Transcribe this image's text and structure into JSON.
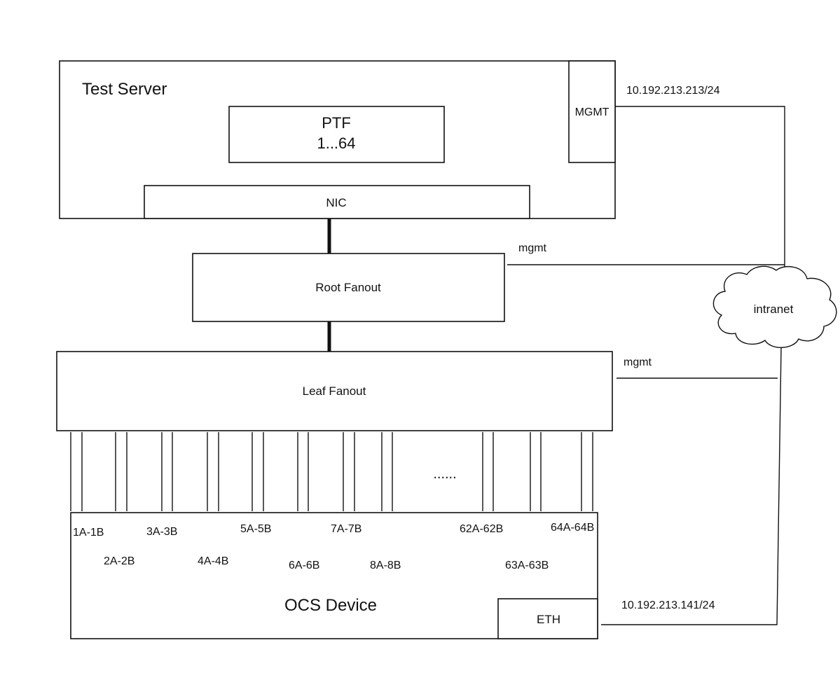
{
  "test_server": {
    "title": "Test Server",
    "ptf_label": "PTF",
    "ptf_range": "1...64",
    "mgmt_label": "MGMT",
    "nic_label": "NIC"
  },
  "root_fanout": {
    "label": "Root Fanout",
    "mgmt_label": "mgmt"
  },
  "leaf_fanout": {
    "label": "Leaf Fanout",
    "mgmt_label": "mgmt",
    "ellipsis": "......"
  },
  "ocs_device": {
    "label": "OCS Device",
    "eth_label": "ETH",
    "port_labels": [
      "1A-1B",
      "2A-2B",
      "3A-3B",
      "4A-4B",
      "5A-5B",
      "6A-6B",
      "7A-7B",
      "8A-8B",
      "62A-62B",
      "63A-63B",
      "64A-64B"
    ]
  },
  "network": {
    "cloud_label": "intranet",
    "server_ip": "10.192.213.213/24",
    "ocs_ip": "10.192.213.141/24"
  }
}
